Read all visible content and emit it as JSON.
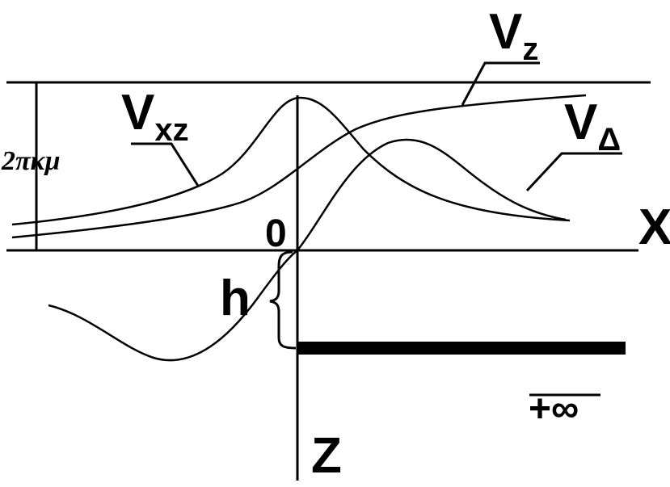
{
  "labels": {
    "vz_main": "V",
    "vz_sub": "z",
    "vxz_main": "V",
    "vxz_sub": "xz",
    "vdelta_main": "V",
    "vdelta_sub": "Δ",
    "amplitude": "2πκμ",
    "origin": "0",
    "x_axis": "X",
    "z_axis": "Z",
    "depth": "h",
    "infinity": "+∞"
  }
}
